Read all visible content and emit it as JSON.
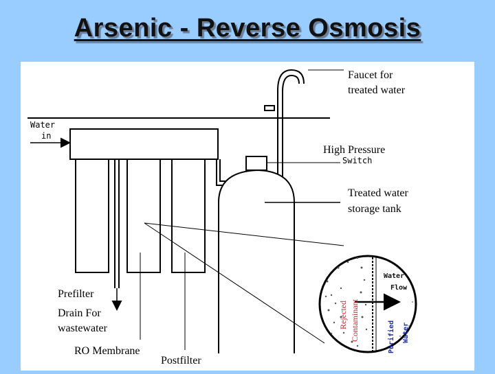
{
  "title": "Arsenic - Reverse Osmosis",
  "labels": {
    "water_in_1": "Water",
    "water_in_2": "in",
    "faucet_1": "Faucet for",
    "faucet_2": "treated water",
    "high_pressure": "High Pressure",
    "switch": "Switch",
    "tank_1": "Treated water",
    "tank_2": "storage tank",
    "prefilter": "Prefilter",
    "drain_1": "Drain For",
    "drain_2": "wastewater",
    "ro_membrane": "RO Membrane",
    "postfilter": "Postfilter"
  },
  "inset": {
    "rejected_1": "Rejected",
    "rejected_2": "Contaminant",
    "flow_1": "Water",
    "flow_2": "Flow",
    "purified_1": "Purified",
    "purified_2": "Water"
  },
  "colors": {
    "background": "#99ccff",
    "panel": "#ffffff",
    "line": "#000000",
    "contaminant_text": "#c0282d",
    "purified_text": "#1c2fa8"
  }
}
